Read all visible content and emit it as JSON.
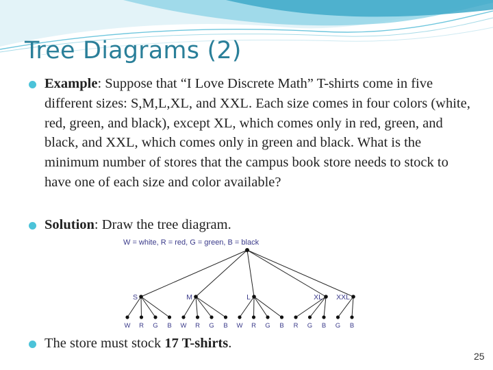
{
  "slide": {
    "title": "Tree Diagrams (2)",
    "page_number": "25",
    "bullets": [
      {
        "label": "Example",
        "colon": ":",
        "text": " Suppose that “I Love Discrete Math” T-shirts come in five different sizes: S,M,L,XL, and XXL. Each size comes in four colors (white, red, green, and black), except XL, which comes only in red, green, and black, and XXL, which comes only in green and black. What is the minimum number of stores that the campus book store needs to stock to have one of each size and color available?"
      },
      {
        "label": "Solution",
        "colon": ":",
        "text": " Draw the tree diagram."
      },
      {
        "prefix": "The store must stock ",
        "emphasis": "17 T-shirts",
        "suffix": "."
      }
    ]
  },
  "tree_diagram": {
    "legend": "W = white, R = red, G = green, B = black",
    "sizes": [
      {
        "label": "S",
        "colors": [
          "W",
          "R",
          "G",
          "B"
        ]
      },
      {
        "label": "M",
        "colors": [
          "W",
          "R",
          "G",
          "B"
        ]
      },
      {
        "label": "L",
        "colors": [
          "W",
          "R",
          "G",
          "B"
        ]
      },
      {
        "label": "XL",
        "colors": [
          "R",
          "G",
          "B"
        ]
      },
      {
        "label": "XXL",
        "colors": [
          "G",
          "B"
        ]
      }
    ]
  },
  "theme": {
    "title_color": "#2a7f99",
    "bullet_color": "#4cc3d9",
    "wave_colors": [
      "#bfe3ee",
      "#6ec6dd",
      "#2d9cbf"
    ]
  }
}
